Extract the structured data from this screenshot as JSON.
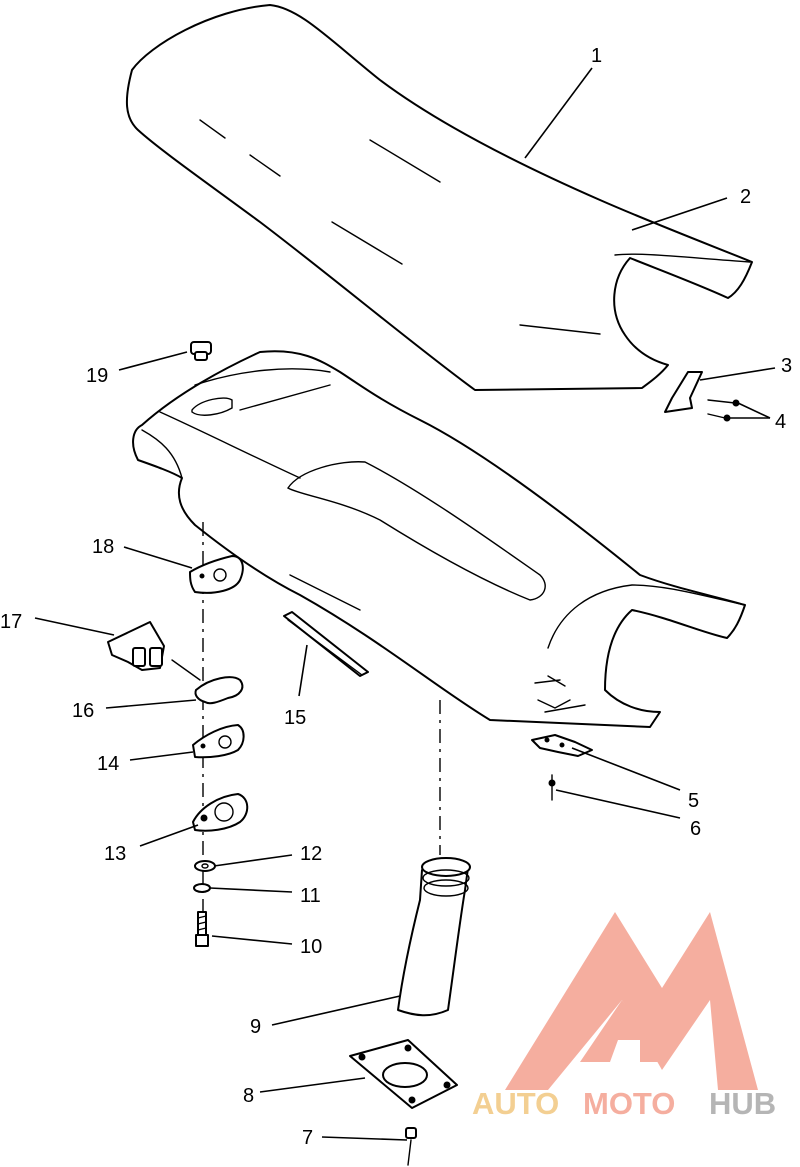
{
  "callouts": [
    {
      "id": "1",
      "label": "1"
    },
    {
      "id": "2",
      "label": "2"
    },
    {
      "id": "3",
      "label": "3"
    },
    {
      "id": "4",
      "label": "4"
    },
    {
      "id": "5",
      "label": "5"
    },
    {
      "id": "6",
      "label": "6"
    },
    {
      "id": "7",
      "label": "7"
    },
    {
      "id": "8",
      "label": "8"
    },
    {
      "id": "9",
      "label": "9"
    },
    {
      "id": "10",
      "label": "10"
    },
    {
      "id": "11",
      "label": "11"
    },
    {
      "id": "12",
      "label": "12"
    },
    {
      "id": "13",
      "label": "13"
    },
    {
      "id": "14",
      "label": "14"
    },
    {
      "id": "15",
      "label": "15"
    },
    {
      "id": "16",
      "label": "16"
    },
    {
      "id": "17",
      "label": "17"
    },
    {
      "id": "18",
      "label": "18"
    },
    {
      "id": "19",
      "label": "19"
    }
  ],
  "watermark": {
    "part1": "AUTO",
    "part2": "MOTO",
    "part3": "HUB",
    "color_primary": "#f4a08f",
    "color_secondary": "#f2c77f",
    "color_tertiary": "#a9a9a9"
  }
}
